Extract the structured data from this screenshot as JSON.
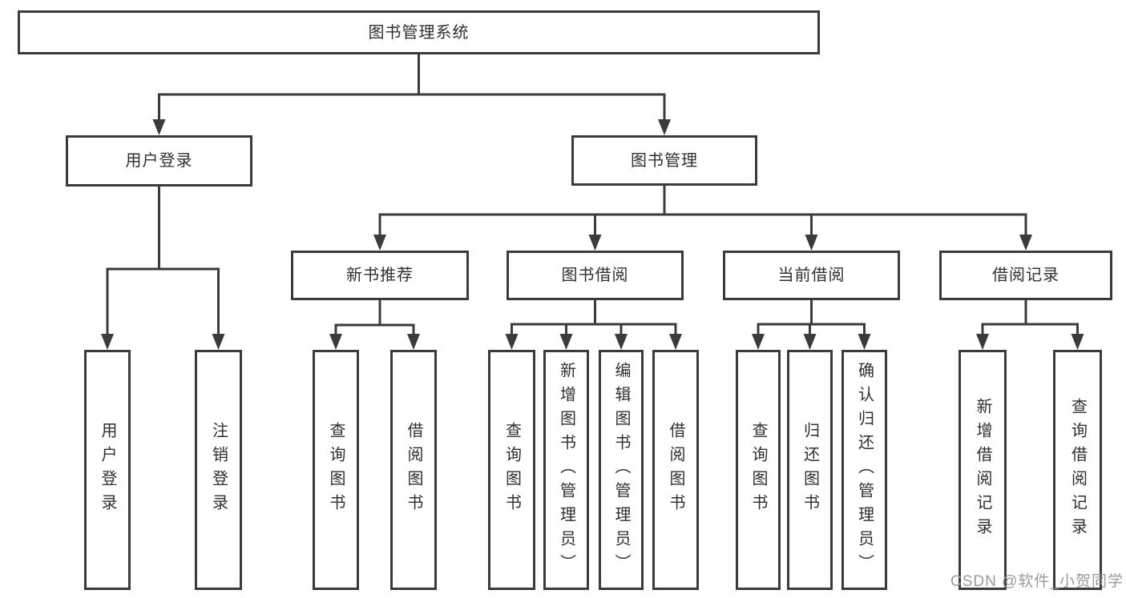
{
  "diagram": {
    "title": "图书管理系统",
    "watermark": "CSDN @软件_小贺同学",
    "colors": {
      "line": "#3b3b3b",
      "text": "#2f2f2f",
      "watermark": "#9a9a9a",
      "background": "#ffffff"
    },
    "nodes": [
      {
        "id": "root",
        "label": "图书管理系统",
        "level": 0,
        "parent": null,
        "vertical": false
      },
      {
        "id": "user-login",
        "label": "用户登录",
        "level": 1,
        "parent": "root",
        "vertical": false
      },
      {
        "id": "book-mgmt",
        "label": "图书管理",
        "level": 1,
        "parent": "root",
        "vertical": false
      },
      {
        "id": "new-book-rec",
        "label": "新书推荐",
        "level": 2,
        "parent": "book-mgmt",
        "vertical": false
      },
      {
        "id": "book-borrow",
        "label": "图书借阅",
        "level": 2,
        "parent": "book-mgmt",
        "vertical": false
      },
      {
        "id": "current-borrow",
        "label": "当前借阅",
        "level": 2,
        "parent": "book-mgmt",
        "vertical": false
      },
      {
        "id": "borrow-record",
        "label": "借阅记录",
        "level": 2,
        "parent": "book-mgmt",
        "vertical": false
      },
      {
        "id": "leaf-user-login",
        "label": "用户登录",
        "level": 3,
        "parent": "user-login",
        "vertical": true
      },
      {
        "id": "leaf-logout",
        "label": "注销登录",
        "level": 3,
        "parent": "user-login",
        "vertical": true
      },
      {
        "id": "leaf-rec-query",
        "label": "查询图书",
        "level": 3,
        "parent": "new-book-rec",
        "vertical": true
      },
      {
        "id": "leaf-rec-borrow",
        "label": "借阅图书",
        "level": 3,
        "parent": "new-book-rec",
        "vertical": true
      },
      {
        "id": "leaf-bb-query",
        "label": "查询图书",
        "level": 3,
        "parent": "book-borrow",
        "vertical": true
      },
      {
        "id": "leaf-bb-add",
        "label": "新增图书（管理员）",
        "level": 3,
        "parent": "book-borrow",
        "vertical": true
      },
      {
        "id": "leaf-bb-edit",
        "label": "编辑图书（管理员）",
        "level": 3,
        "parent": "book-borrow",
        "vertical": true
      },
      {
        "id": "leaf-bb-borrow",
        "label": "借阅图书",
        "level": 3,
        "parent": "book-borrow",
        "vertical": true
      },
      {
        "id": "leaf-cb-query",
        "label": "查询图书",
        "level": 3,
        "parent": "current-borrow",
        "vertical": true
      },
      {
        "id": "leaf-cb-return",
        "label": "归还图书",
        "level": 3,
        "parent": "current-borrow",
        "vertical": true
      },
      {
        "id": "leaf-cb-confirm",
        "label": "确认归还（管理员）",
        "level": 3,
        "parent": "current-borrow",
        "vertical": true
      },
      {
        "id": "leaf-br-add",
        "label": "新增借阅记录",
        "level": 3,
        "parent": "borrow-record",
        "vertical": true
      },
      {
        "id": "leaf-br-query",
        "label": "查询借阅记录",
        "level": 3,
        "parent": "borrow-record",
        "vertical": true
      }
    ]
  }
}
